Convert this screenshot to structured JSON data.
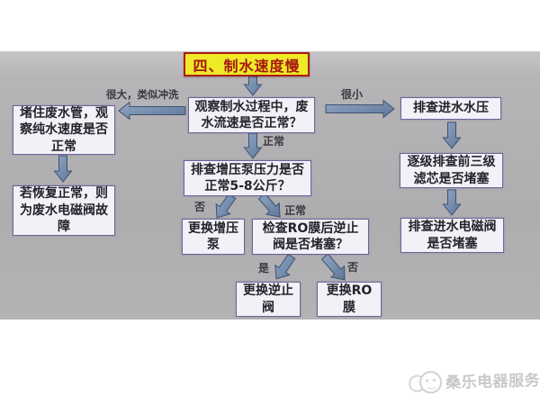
{
  "title": "四、制水速度慢",
  "nodes": {
    "observe": "观察制水过程中，废水流速是否正常？",
    "block_waste_pipe": "堵住废水管，观察纯水速度是否正常",
    "waste_valve_fault": "若恢复正常，则为废水电磁阀故障",
    "check_pump_pressure": "排查增压泵压力是否正常5-8公斤？",
    "replace_pump": "更换增压泵",
    "check_ro_check_valve": "检查RO膜后逆止阀是否堵塞？",
    "replace_check_valve": "更换逆止阀",
    "replace_ro_membrane": "更换RO膜",
    "check_inlet_pressure": "排查进水水压",
    "check_first_three_filters": "逐级排查前三级滤芯是否堵塞",
    "check_inlet_valve": "排查进水电磁阀是否堵塞"
  },
  "edge_labels": {
    "very_large": "很大，类似冲洗",
    "very_small": "很小",
    "normal_flow": "正常",
    "pump_no": "否",
    "pump_normal": "正常",
    "valve_yes": "是",
    "valve_no": "否"
  },
  "watermark": {
    "text": "桑乐电器服务",
    "logo": "smiley-sun-icon"
  },
  "colors": {
    "title_bg": "#eeea28",
    "title_border": "#ab1d12",
    "title_text": "#a6150f",
    "node_bg": "#f2f1f7",
    "node_border": "#6c639b",
    "node_text": "#23232b",
    "arrow_fill_light": "#93a7c4",
    "arrow_fill_dark": "#5d7699",
    "arrow_outline": "#3e5170",
    "panel_bg": "#b2b0b3",
    "page_bg": "#ffffff",
    "watermark_text": "#c0bfbf"
  }
}
